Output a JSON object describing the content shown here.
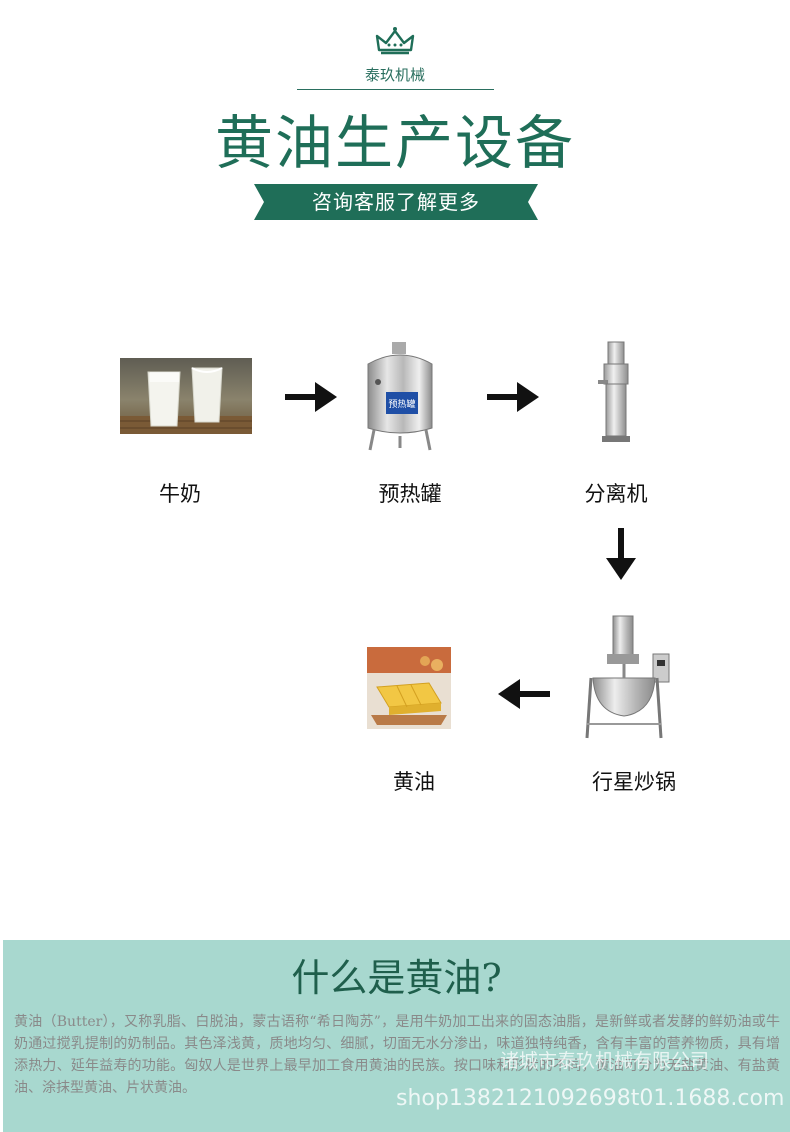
{
  "header": {
    "brand": "泰玖机械",
    "title": "黄油生产设备",
    "banner": "咨询客服了解更多",
    "colors": {
      "primary": "#1f6e58",
      "panel_bg": "#a8d8cf"
    },
    "logo_icon": "crown-icon"
  },
  "flow": {
    "steps": [
      {
        "label": "牛奶",
        "image": "milk-glasses"
      },
      {
        "label": "预热罐",
        "image": "preheat-tank",
        "tank_sign": "预热罐"
      },
      {
        "label": "分离机",
        "image": "centrifuge-separator"
      },
      {
        "label": "行星炒锅",
        "image": "planetary-cooking-pot"
      },
      {
        "label": "黄油",
        "image": "butter-block"
      }
    ],
    "arrows": [
      "arrow-right",
      "arrow-right",
      "arrow-down",
      "arrow-left"
    ]
  },
  "info": {
    "title": "什么是黄油?",
    "body": "黄油（Butter），又称乳脂、白脱油，蒙古语称“希日陶苏”，是用牛奶加工出来的固态油脂，是新鲜或者发酵的鲜奶油或牛奶通过搅乳提制的奶制品。其色泽浅黄，质地均匀、细腻，切面无水分渗出，味道独特纯香，含有丰富的营养物质，具有增添热力、延年益寿的功能。匈奴人是世界上最早加工食用黄油的民族。按口味和形状的不同，黄油可分为无盐黄油、有盐黄油、涂抹型黄油、片状黄油。"
  },
  "watermark": {
    "company": "诸城市泰玖机械有限公司",
    "shop": "shop1382121092698t01.1688.com"
  }
}
